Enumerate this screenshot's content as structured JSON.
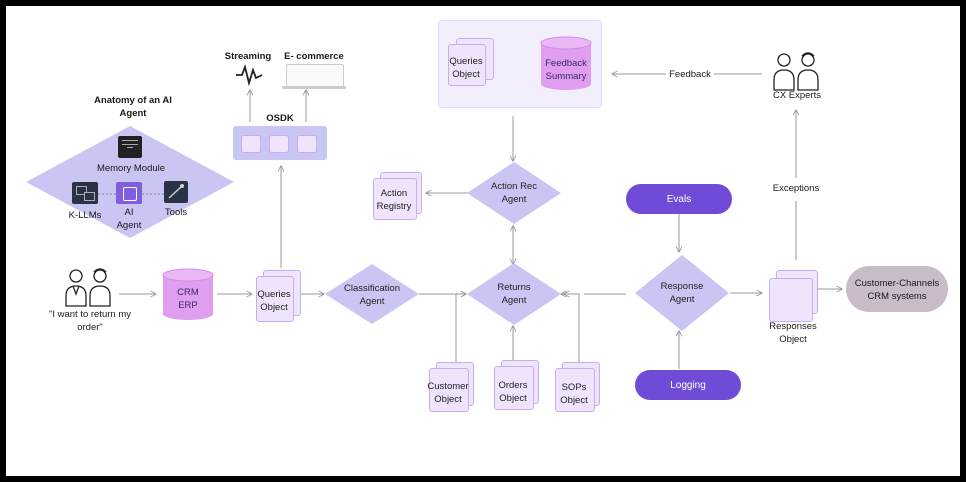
{
  "anatomy": {
    "title_line1": "Anatomy of an AI",
    "title_line2": "Agent",
    "memory_module": "Memory Module",
    "k_llms": "K-LLMs",
    "ai_agent_line1": "AI",
    "ai_agent_line2": "Agent",
    "tools": "Tools"
  },
  "customer_quote": {
    "line1": "\"I want to return my",
    "line2": "order\""
  },
  "crm_erp": {
    "line1": "CRM",
    "line2": "ERP"
  },
  "queries_object": {
    "line1": "Queries",
    "line2": "Object"
  },
  "osdk": {
    "label": "OSDK",
    "streaming": "Streaming",
    "ecommerce": "E- commerce"
  },
  "classification_agent": {
    "line1": "Classification",
    "line2": "Agent"
  },
  "returns_agent": {
    "line1": "Returns",
    "line2": "Agent"
  },
  "action_rec_agent": {
    "line1": "Action Rec",
    "line2": "Agent"
  },
  "action_registry": {
    "line1": "Action",
    "line2": "Registry"
  },
  "feedback_loop": {
    "queries_line1": "Queries",
    "queries_line2": "Object",
    "summary_line1": "Feedback",
    "summary_line2": "Summary"
  },
  "feedback_label": "Feedback",
  "cx_experts": "CX Experts",
  "exceptions": "Exceptions",
  "evals": "Evals",
  "logging": "Logging",
  "response_agent": {
    "line1": "Response",
    "line2": "Agent"
  },
  "responses_object": {
    "line1": "Responses",
    "line2": "Object"
  },
  "customer_channels": {
    "line1": "Customer-Channels",
    "line2": "CRM systems"
  },
  "bottom_objects": {
    "customer": {
      "line1": "Customer",
      "line2": "Object"
    },
    "orders": {
      "line1": "Orders",
      "line2": "Object"
    },
    "sops": {
      "line1": "SOPs",
      "line2": "Object"
    }
  },
  "colors": {
    "diamond": "#c9c6f4",
    "card": "#efe4fb",
    "pill": "#6f4bd8",
    "cylinder": "#df9ef0",
    "channels": "#c9bcc9",
    "line": "#9a9a9a"
  }
}
